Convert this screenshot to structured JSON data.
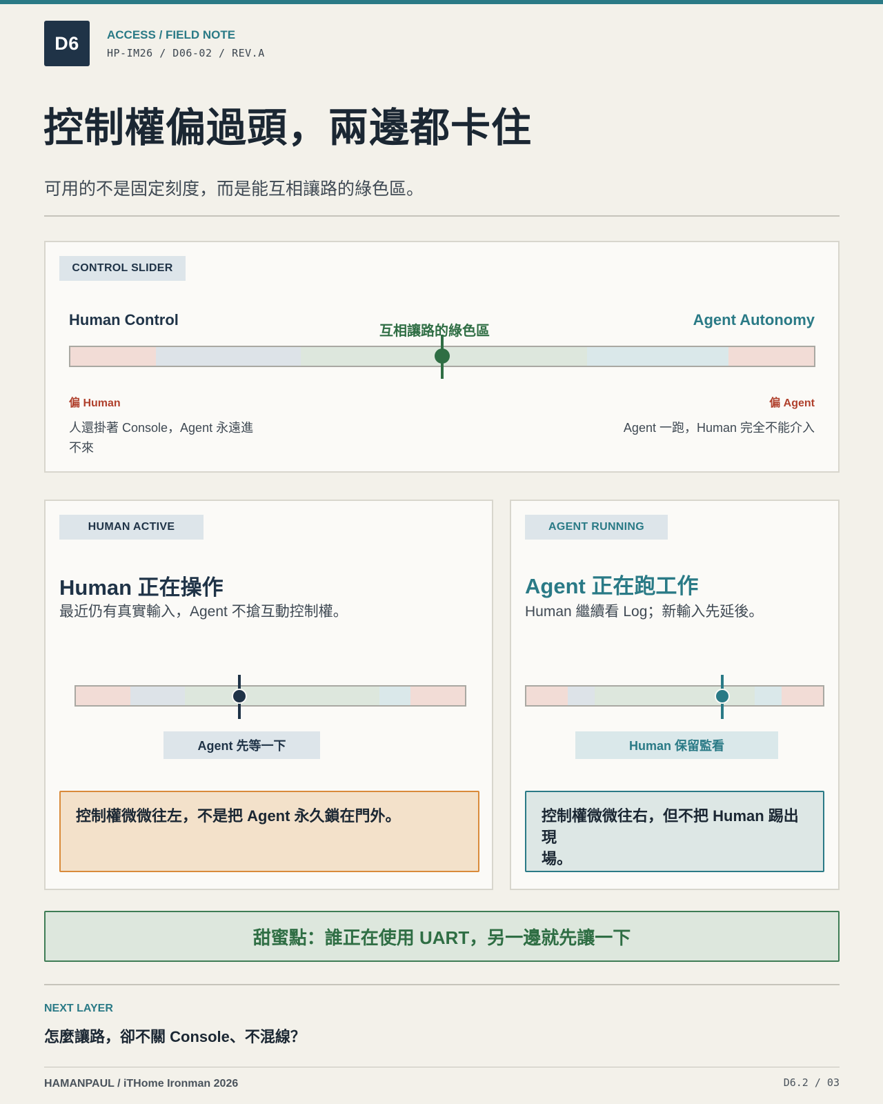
{
  "header": {
    "badge": "D6",
    "kicker": "ACCESS / FIELD NOTE",
    "doc_id": "HP-IM26 / D06-02 / REV.A"
  },
  "title": "控制權偏過頭，兩邊都卡住",
  "subtitle": "可用的不是固定刻度，而是能互相讓路的綠色區。",
  "control_slider": {
    "tag": "CONTROL SLIDER",
    "left_label": "Human Control",
    "right_label": "Agent Autonomy",
    "center_label": "互相讓路的綠色區",
    "position": 0.5,
    "left_extreme": {
      "title": "偏 Human",
      "desc_line1": "人還掛著 Console，Agent 永遠進",
      "desc_line2": "不來"
    },
    "right_extreme": {
      "title": "偏 Agent",
      "desc": "Agent 一跑，Human 完全不能介入"
    }
  },
  "human_active": {
    "tag": "HUMAN ACTIVE",
    "heading": "Human 正在操作",
    "desc": "最近仍有真實輸入，Agent 不搶互動控制權。",
    "slider_position": 0.42,
    "pill": "Agent 先等一下",
    "callout": "控制權微微往左，不是把 Agent 永久鎖在門外。"
  },
  "agent_running": {
    "tag": "AGENT RUNNING",
    "heading": "Agent 正在跑工作",
    "desc": "Human 繼續看 Log；新輸入先延後。",
    "slider_position": 0.66,
    "pill": "Human 保留監看",
    "callout_line1": "控制權微微往右，但不把 Human 踢出現",
    "callout_line2": "場。"
  },
  "sweet_spot": "甜蜜點：誰正在使用 UART，另一邊就先讓一下",
  "next_layer": {
    "label": "NEXT LAYER",
    "question": "怎麼讓路，卻不關 Console、不混線？"
  },
  "footer": {
    "left": "HAMANPAUL / iTHome Ironman 2026",
    "right": "D6.2 / 03"
  },
  "colors": {
    "accent": "#2a7a86",
    "navy": "#1f3347",
    "green": "#2f6e44",
    "warn_red": "#b0402c",
    "orange_fill": "#f3e1ca",
    "orange_border": "#d98a3a"
  }
}
